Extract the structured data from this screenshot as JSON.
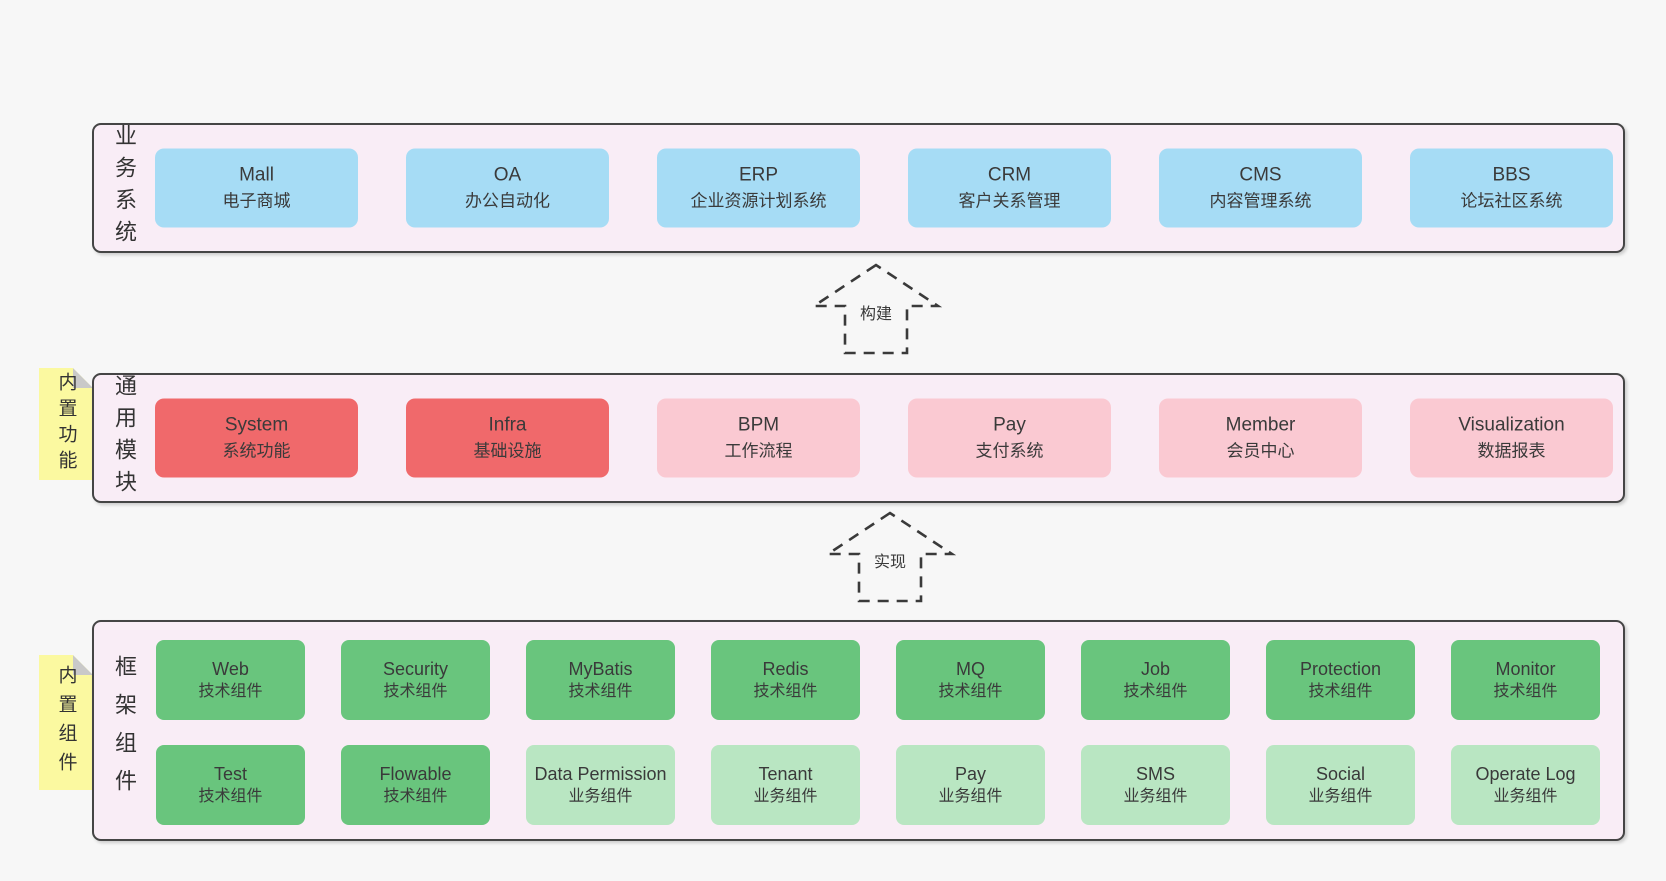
{
  "colors": {
    "page_bg": "#f7f7f7",
    "container_fill": "#f9edf6",
    "container_border": "#454545",
    "blue": "#a6dcf5",
    "red": "#f0696b",
    "pink": "#fac9d2",
    "green_dark": "#69c57d",
    "green_light": "#b9e6c2",
    "yellow": "#fbf9a0",
    "fold_gray": "#c9c9c9",
    "text": "#3a3a3a"
  },
  "arrows": {
    "build": "构建",
    "implement": "实现"
  },
  "business": {
    "side_label": "业务系统",
    "boxes": [
      {
        "name": "Mall",
        "desc": "电子商城",
        "variant": "blue"
      },
      {
        "name": "OA",
        "desc": "办公自动化",
        "variant": "blue"
      },
      {
        "name": "ERP",
        "desc": "企业资源计划系统",
        "variant": "blue"
      },
      {
        "name": "CRM",
        "desc": "客户关系管理",
        "variant": "blue"
      },
      {
        "name": "CMS",
        "desc": "内容管理系统",
        "variant": "blue"
      },
      {
        "name": "BBS",
        "desc": "论坛社区系统",
        "variant": "blue"
      }
    ]
  },
  "modules": {
    "note_label": "内置功能",
    "side_label": "通用模块",
    "boxes": [
      {
        "name": "System",
        "desc": "系统功能",
        "variant": "red"
      },
      {
        "name": "Infra",
        "desc": "基础设施",
        "variant": "red"
      },
      {
        "name": "BPM",
        "desc": "工作流程",
        "variant": "pink"
      },
      {
        "name": "Pay",
        "desc": "支付系统",
        "variant": "pink"
      },
      {
        "name": "Member",
        "desc": "会员中心",
        "variant": "pink"
      },
      {
        "name": "Visualization",
        "desc": "数据报表",
        "variant": "pink"
      }
    ]
  },
  "components": {
    "note_label": "内置组件",
    "side_label": "框架组件",
    "row1": [
      {
        "name": "Web",
        "desc": "技术组件",
        "variant": "green-dark"
      },
      {
        "name": "Security",
        "desc": "技术组件",
        "variant": "green-dark"
      },
      {
        "name": "MyBatis",
        "desc": "技术组件",
        "variant": "green-dark"
      },
      {
        "name": "Redis",
        "desc": "技术组件",
        "variant": "green-dark"
      },
      {
        "name": "MQ",
        "desc": "技术组件",
        "variant": "green-dark"
      },
      {
        "name": "Job",
        "desc": "技术组件",
        "variant": "green-dark"
      },
      {
        "name": "Protection",
        "desc": "技术组件",
        "variant": "green-dark"
      },
      {
        "name": "Monitor",
        "desc": "技术组件",
        "variant": "green-dark"
      }
    ],
    "row2": [
      {
        "name": "Test",
        "desc": "技术组件",
        "variant": "green-dark"
      },
      {
        "name": "Flowable",
        "desc": "技术组件",
        "variant": "green-dark"
      },
      {
        "name": "Data Permission",
        "desc": "业务组件",
        "variant": "green-light"
      },
      {
        "name": "Tenant",
        "desc": "业务组件",
        "variant": "green-light"
      },
      {
        "name": "Pay",
        "desc": "业务组件",
        "variant": "green-light"
      },
      {
        "name": "SMS",
        "desc": "业务组件",
        "variant": "green-light"
      },
      {
        "name": "Social",
        "desc": "业务组件",
        "variant": "green-light"
      },
      {
        "name": "Operate Log",
        "desc": "业务组件",
        "variant": "green-light"
      }
    ]
  }
}
